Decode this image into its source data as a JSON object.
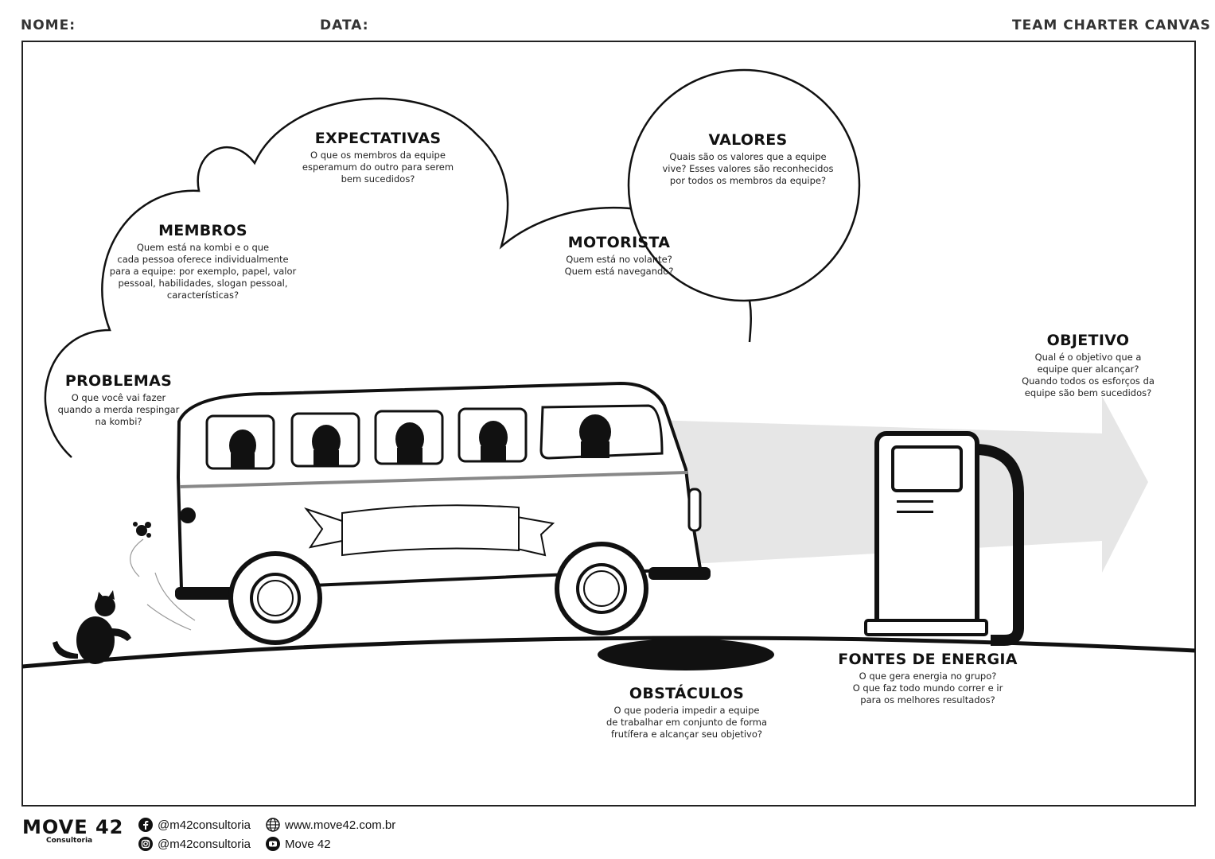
{
  "header": {
    "nome_label": "NOME:",
    "data_label": "DATA:",
    "title": "TEAM CHARTER CANVAS"
  },
  "sections": {
    "expectativas": {
      "title": "EXPECTATIVAS",
      "text": "O que os membros da equipe\nesperamum do outro para serem\nbem sucedidos?"
    },
    "valores": {
      "title": "VALORES",
      "text": "Quais são os valores que a equipe\nvive? Esses valores são reconhecidos\npor todos os membros da equipe?"
    },
    "membros": {
      "title": "MEMBROS",
      "text": "Quem está na kombi e o que\ncada pessoa oferece individualmente\npara a equipe: por exemplo, papel, valor\npessoal, habilidades, slogan pessoal,\ncaracterísticas?"
    },
    "motorista": {
      "title": "MOTORISTA",
      "text": "Quem está no volante?\nQuem está navegando?"
    },
    "problemas": {
      "title": "PROBLEMAS",
      "text": "O que você vai fazer\nquando a merda respingar\nna kombi?"
    },
    "objetivo": {
      "title": "OBJETIVO",
      "text": "Qual é o objetivo que a\nequipe quer alcançar?\nQuando todos os esforços da\nequipe são bem sucedidos?"
    },
    "obstaculos": {
      "title": "OBSTÁCULOS",
      "text": "O que poderia impedir a equipe\nde trabalhar em conjunto de forma\nfrutífera e alcançar seu objetivo?"
    },
    "fontes": {
      "title": "FONTES DE ENERGIA",
      "text": "O que gera energia no grupo?\nO que faz todo mundo correr e ir\npara os melhores resultados?"
    }
  },
  "footer": {
    "logo": "MOVE 42",
    "logo_sub": "Consultoria",
    "facebook": "@m42consultoria",
    "instagram": "@m42consultoria",
    "website": "www.move42.com.br",
    "youtube": "Move 42"
  }
}
